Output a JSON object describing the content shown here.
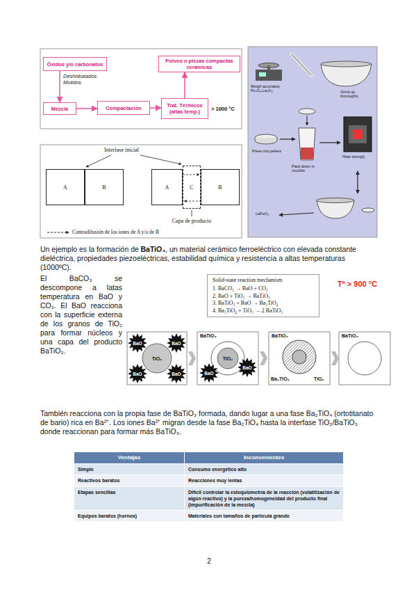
{
  "diagram": {
    "nodes": [
      {
        "text": [
          "Óxidos y/o carbonatos"
        ]
      },
      {
        "text": [
          "Mezcla"
        ]
      },
      {
        "text": [
          "Compactación"
        ]
      },
      {
        "text": [
          "Trat. Térmicos (altas temp.)"
        ]
      },
      {
        "text": [
          "Polvos o piezas compactas cerámicas"
        ]
      },
      {
        "text": [
          "A"
        ]
      },
      {
        "text": [
          "B"
        ]
      },
      {
        "text": [
          "A"
        ]
      },
      {
        "text": [
          "C"
        ]
      },
      {
        "text": [
          "B"
        ]
      },
      {
        "text": [
          "Solid-state reaction mechanism",
          "1. BaCO₃ → BaO + CO₂",
          "2. BaO + TiO₂ → BaTiO₃",
          "3. BaTiO₃ + BaO → Ba₂TiO₄",
          "4. Ba₂TiO₄ + TiO₂ → 2 BaTiO₃"
        ]
      },
      {
        "text": [
          "TiO₂"
        ]
      },
      {
        "text": [
          "BaO"
        ]
      },
      {
        "text": [
          "BaO"
        ]
      },
      {
        "text": [
          "BaO"
        ]
      },
      {
        "text": [
          "BaO"
        ]
      },
      {
        "text": [
          "TiO₂"
        ]
      },
      {
        "text": [
          "BaO"
        ]
      },
      {
        "text": [
          "BaO"
        ]
      }
    ],
    "edges": [
      {
        "from": 0,
        "to": 1,
        "arrow": "to",
        "label": "Deshidratados Molidos"
      },
      {
        "from": 1,
        "to": 2,
        "arrow": "to"
      },
      {
        "from": 2,
        "to": 3,
        "arrow": "to"
      },
      {
        "from": 3,
        "to": 4,
        "arrow": "to"
      }
    ],
    "labels": [
      "> 1000 °C",
      "Weigh accurately Fe₂O₃,La₂O₃",
      "Grind up thoroughly",
      "Press into pellets",
      "Pack down in crucible",
      "Heat strongly",
      "LaFeO₃",
      "Interfase inicial",
      "Capa de producto",
      "Un ejemplo es la formación de",
      "BaTiO₃",
      ", un material cerámico ferroeléctrico con elevada constante dieléctrica, propiedades piezoeléctricas, estabilidad química y resistencia a altas temperaturas (1000ºC).",
      "El BaCO₃ se descompone a latas temperatura en BaO y CO₂. El BaO reacciona con la superficie externa de los granos de TiO₂ para formar núcleos y una capa del producto BaTiO₃.",
      "Tª > 900 °C",
      "BaTiO₃",
      "BaTiO₃",
      "Ba₂TiO₄",
      "TiO₂",
      "BaTiO₃",
      "También reacciona con la propia fase de BaTiO₃ formada, dando lugar a una fase Ba₂TiO₄ (ortotitanato de bario) rica en Ba²⁺. Los iones Ba²⁺ migran desde la fase Ba₂TiO₄ hasta la interfase TiO₂/BaTiO₃ donde reaccionan para formar más BaTiO₃.",
      "Ventajas",
      "Inconvenientes",
      "Simple",
      "Consumo energético alto",
      "Reactivos baratos",
      "Reacciones muy lentas",
      "Etapas sencillas",
      "Difícil controlar la estequiometría de la reacción (volatilización de algún reactivo) y la pureza/homogeneidad del producto final (impurificación de la mezcla)",
      "Equipos baratos (hornos)",
      "Materiales con tamaños de partícula grande",
      "2"
    ],
    "legend": [
      {
        "text": "Contradifusión de los iones de A y/o de B"
      }
    ]
  }
}
